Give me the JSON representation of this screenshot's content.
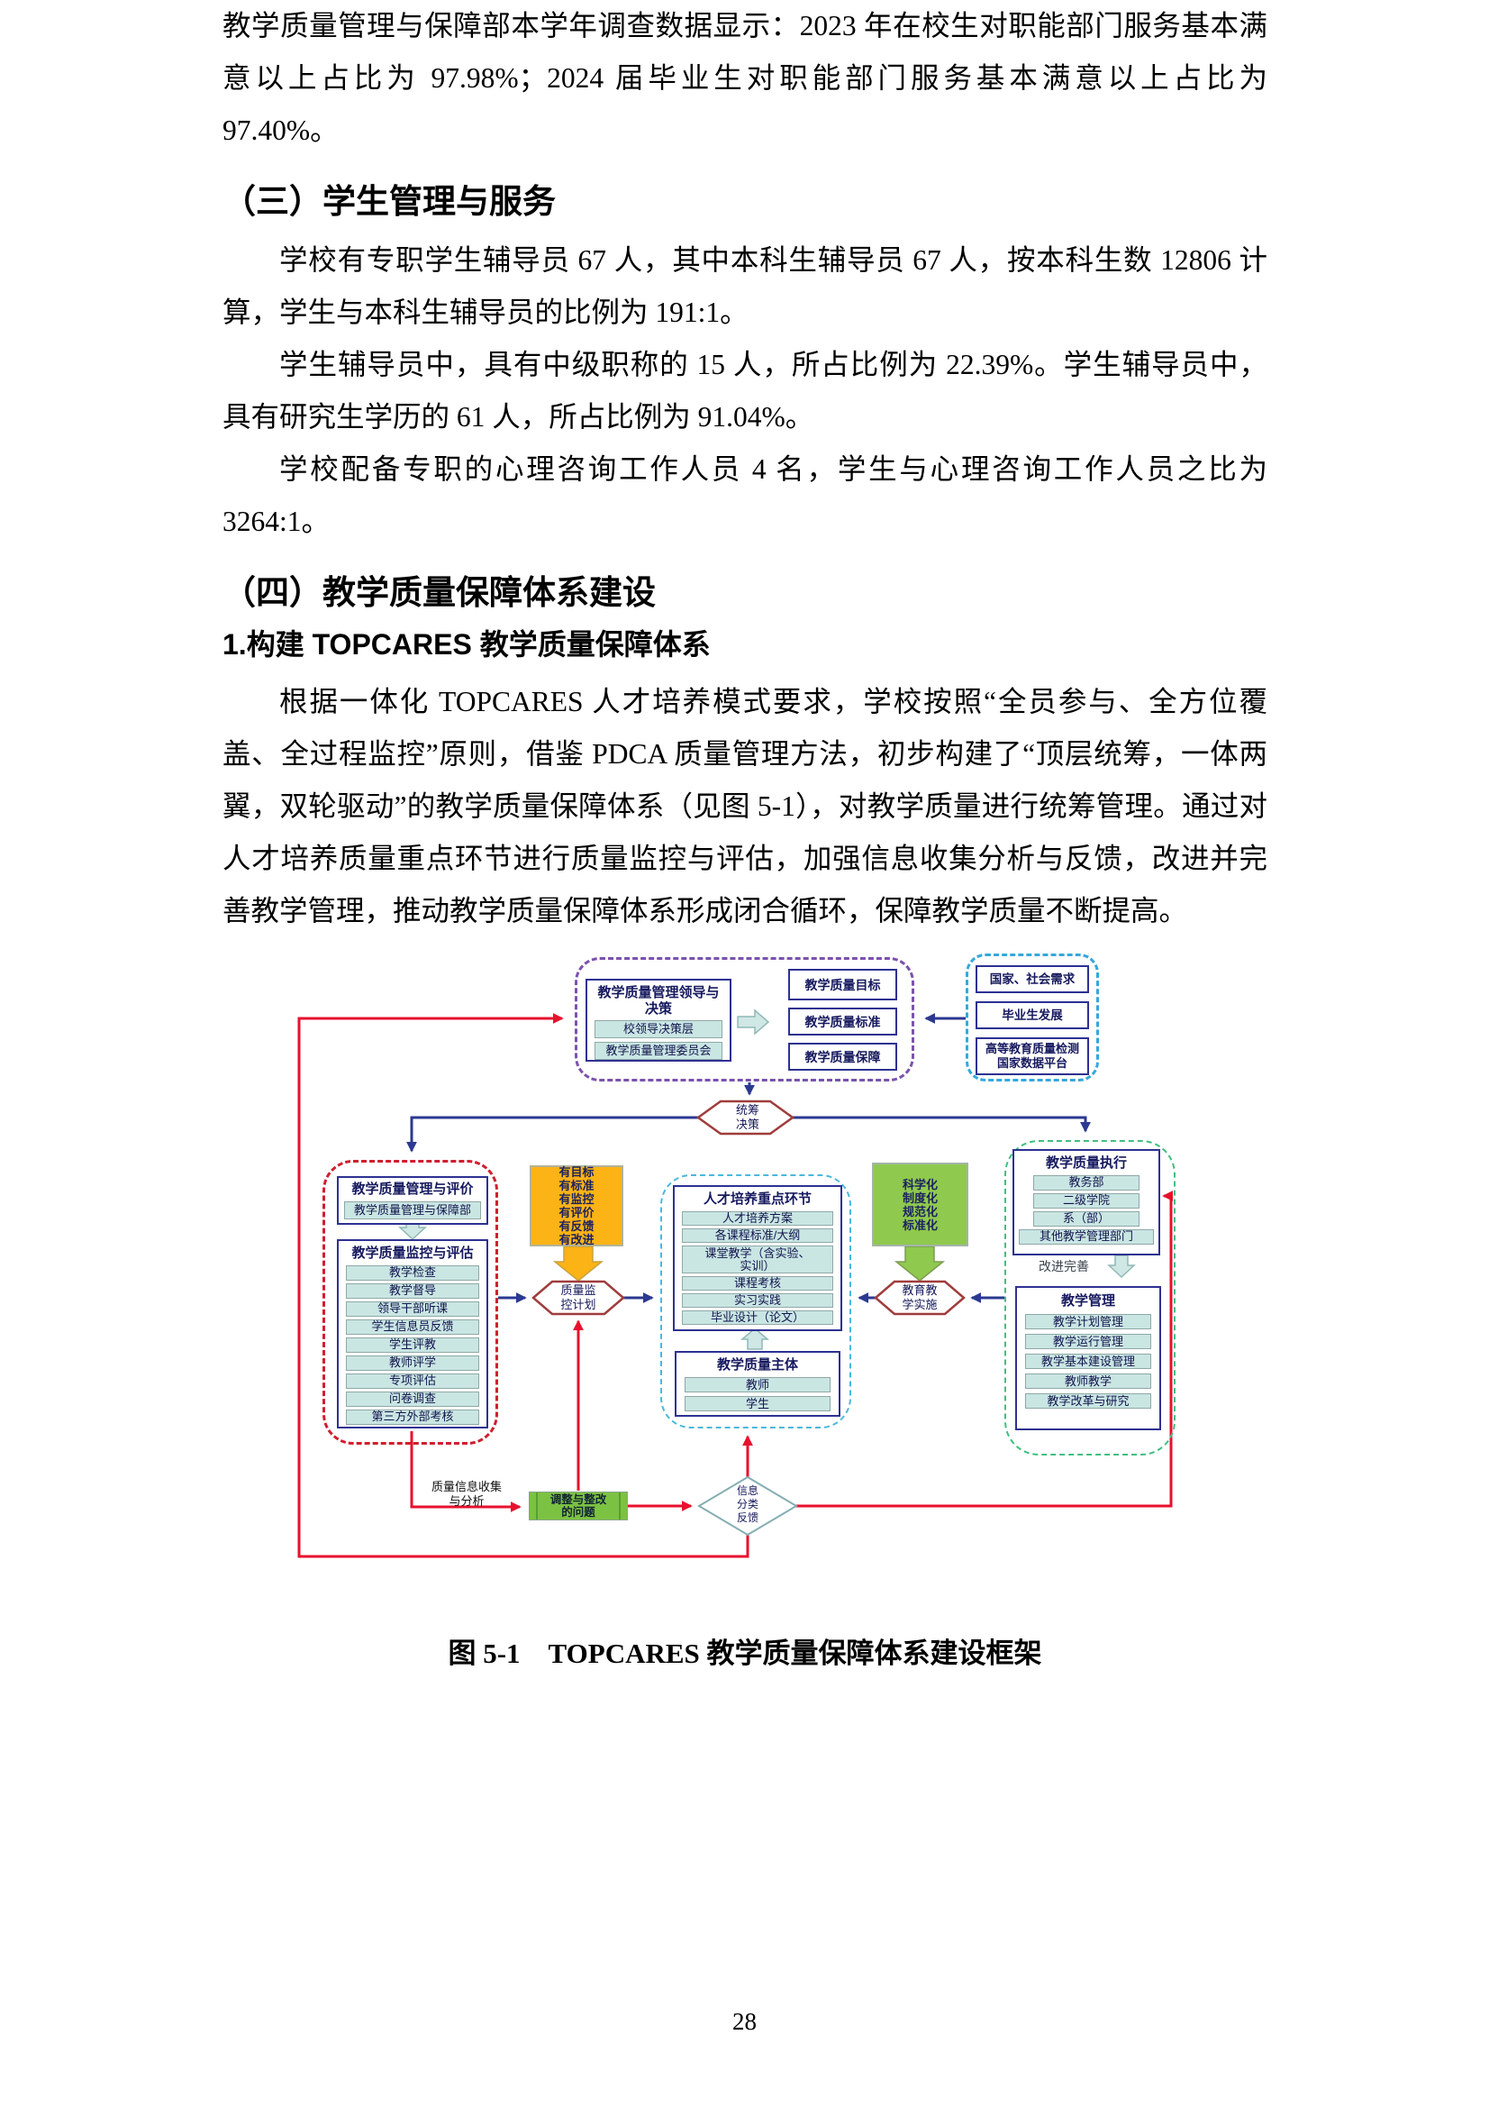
{
  "document": {
    "p1": "教学质量管理与保障部本学年调查数据显示：2023 年在校生对职能部门服务基本满意以上占比为 97.98%；2024 届毕业生对职能部门服务基本满意以上占比为 97.40%。",
    "section3_heading": "（三）学生管理与服务",
    "p2": "学校有专职学生辅导员 67 人，其中本科生辅导员 67 人，按本科生数 12806 计算，学生与本科生辅导员的比例为 191:1。",
    "p3": "学生辅导员中，具有中级职称的 15 人，所占比例为 22.39%。学生辅导员中，具有研究生学历的 61 人，所占比例为 91.04%。",
    "p4": "学校配备专职的心理咨询工作人员 4 名，学生与心理咨询工作人员之比为 3264:1。",
    "section4_heading": "（四）教学质量保障体系建设",
    "sub_heading": "1.构建 TOPCARES 教学质量保障体系",
    "p5": "根据一体化 TOPCARES 人才培养模式要求，学校按照“全员参与、全方位覆盖、全过程监控”原则，借鉴 PDCA 质量管理方法，初步构建了“顶层统筹，一体两翼，双轮驱动”的教学质量保障体系（见图 5-1），对教学质量进行统筹管理。通过对人才培养质量重点环节进行质量监控与评估，加强信息收集分析与反馈，改进并完善教学管理，推动教学质量保障体系形成闭合循环，保障教学质量不断提高。",
    "figure_caption": "图 5-1　TOPCARES 教学质量保障体系建设框架",
    "page_number": "28"
  },
  "diagram": {
    "leadership": {
      "title": "教学质量管理领导与\n决策",
      "items": [
        "校领导决策层",
        "教学质量管理委员会"
      ]
    },
    "targets": [
      "教学质量目标",
      "教学质量标准",
      "教学质量保障"
    ],
    "external": [
      "国家、社会需求",
      "毕业生发展",
      "高等教育质量检测\n国家数据平台"
    ],
    "hex_overall": "统筹\n决策",
    "left": {
      "title1": "教学质量管理与评价",
      "dept": "教学质量管理与保障部",
      "title2": "教学质量监控与评估",
      "items": [
        "教学检查",
        "教学督导",
        "领导干部听课",
        "学生信息员反馈",
        "学生评教",
        "教师评学",
        "专项评估",
        "问卷调查",
        "第三方外部考核"
      ]
    },
    "yellow_note": "有目标\n有标准\n有监控\n有评价\n有反馈\n有改进",
    "hex_plan": "质量监\n控计划",
    "center": {
      "title1": "人才培养重点环节",
      "items": [
        "人才培养方案",
        "各课程标准/大纲",
        "课堂教学（含实验、\n实训）",
        "课程考核",
        "实习实践",
        "毕业设计（论文）"
      ],
      "title2": "教学质量主体",
      "subjects": [
        "教师",
        "学生"
      ]
    },
    "green_note": "科学化\n制度化\n规范化\n标准化",
    "hex_implement": "教育教\n学实施",
    "right": {
      "title1": "教学质量执行",
      "items": [
        "教务部",
        "二级学院",
        "系（部）",
        "其他教学管理部门"
      ],
      "improve": "改进完善",
      "title2": "教学管理",
      "items2": [
        "教学计划管理",
        "教学运行管理",
        "教学基本建设管理",
        "教师教学",
        "教学改革与研究"
      ]
    },
    "bottom": {
      "collect": "质量信息收集\n与分析",
      "adjust": "调整与整改\n的问题",
      "diamond": "信息\n分类\n反馈"
    }
  },
  "colors": {
    "red_line": "#e8112d",
    "blue_line": "#2b3990",
    "yellow": "#fcb315",
    "green": "#8fc94d",
    "cyan_fill": "#c9e6e3",
    "navy_border": "#2d3192",
    "purple_dash": "#7a52ad",
    "cyan_dash": "#35a8dc",
    "red_dash": "#cf1f2e",
    "green_dash": "#3fbf7f"
  }
}
